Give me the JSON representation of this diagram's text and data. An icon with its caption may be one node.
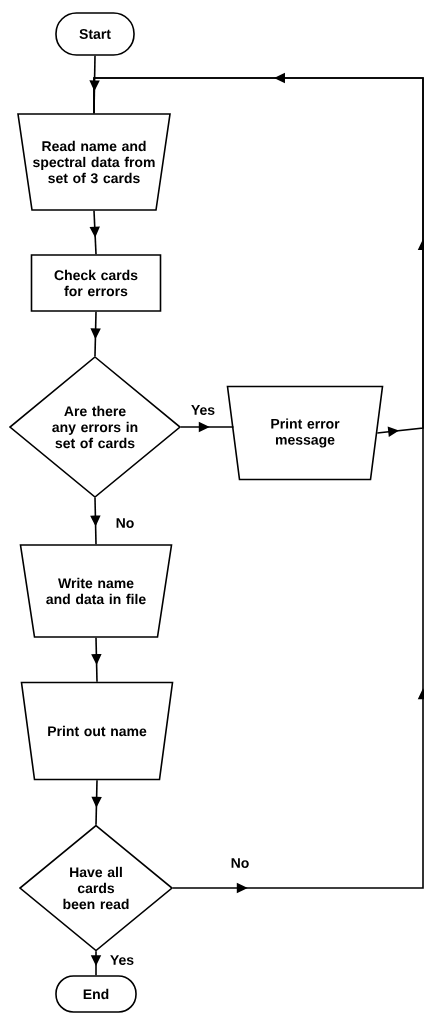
{
  "diagram": {
    "nodes": [
      {
        "text": [
          "Start"
        ]
      },
      {
        "text": [
          "Read name and spectral data from set of 3 cards"
        ]
      },
      {
        "text": [
          "Check cards for errors"
        ]
      },
      {
        "text": [
          "Are there any errors in set of cards"
        ]
      },
      {
        "text": [
          "Print error message"
        ]
      },
      {
        "text": [
          "Write name and data in file"
        ]
      },
      {
        "text": [
          "Print out name"
        ]
      },
      {
        "text": [
          "Have all cards been read"
        ]
      },
      {
        "text": [
          "End"
        ]
      }
    ],
    "edges": [
      {
        "from": 0,
        "to": 1,
        "arrow": "to"
      },
      {
        "from": 1,
        "to": 2,
        "arrow": "to"
      },
      {
        "from": 2,
        "to": 3,
        "arrow": "to"
      },
      {
        "from": 3,
        "to": 4,
        "arrow": "to",
        "label": "Yes"
      },
      {
        "from": 3,
        "to": 5,
        "arrow": "to",
        "label": "No"
      },
      {
        "from": 5,
        "to": 6,
        "arrow": "to"
      },
      {
        "from": 6,
        "to": 7,
        "arrow": "to"
      },
      {
        "from": 7,
        "to": 8,
        "arrow": "to",
        "label": "Yes"
      },
      {
        "from": 4,
        "to": 1,
        "arrow": "to"
      },
      {
        "from": 7,
        "to": 1,
        "arrow": "to",
        "label": "No"
      }
    ]
  }
}
